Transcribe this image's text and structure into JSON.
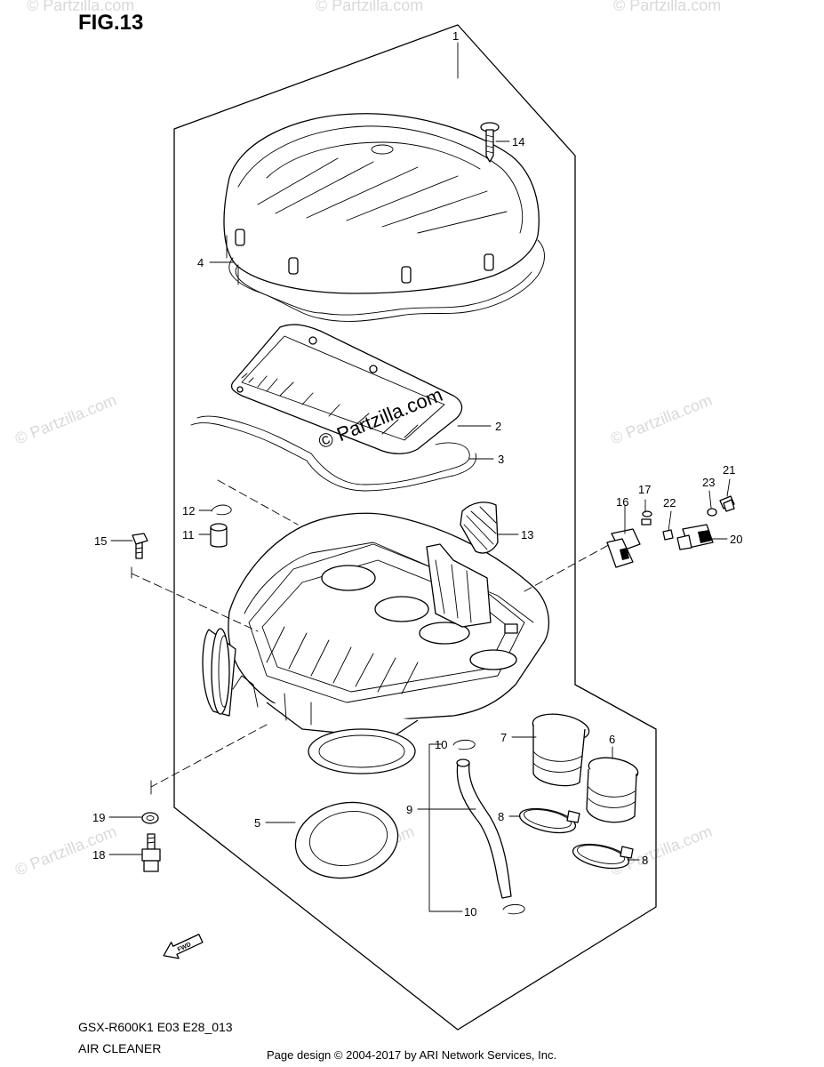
{
  "figure_label": "FIG.13",
  "model_code": "GSX-R600K1 E03 E28_013",
  "section_title": "AIR CLEANER",
  "copyright": "Page design © 2004-2017 by ARI Network Services, Inc.",
  "watermark_text": "© Partzilla.com",
  "fwd_label": "FWD",
  "callouts": [
    "1",
    "2",
    "3",
    "4",
    "5",
    "6",
    "7",
    "8",
    "8",
    "9",
    "10",
    "10",
    "11",
    "12",
    "13",
    "14",
    "15",
    "16",
    "17",
    "18",
    "19",
    "20",
    "21",
    "22",
    "23"
  ]
}
